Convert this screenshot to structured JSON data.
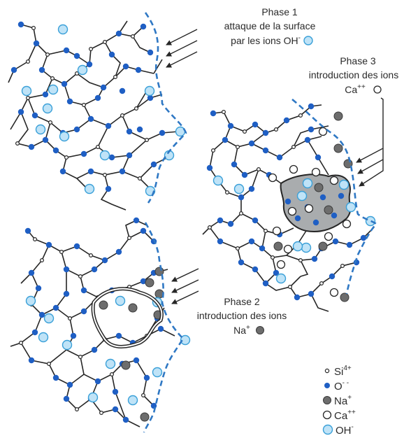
{
  "phases": {
    "phase1": {
      "title": "Phase 1",
      "line1": "attaque de la surface",
      "line2_prefix": "par les ions OH",
      "line2_sup": "-"
    },
    "phase2": {
      "title": "Phase 2",
      "line1": "introduction des ions",
      "ion": "Na",
      "ion_sup": "+"
    },
    "phase3": {
      "title": "Phase 3",
      "line1": "introduction des ions",
      "ion": "Ca",
      "ion_sup": "++"
    }
  },
  "legend": [
    {
      "symbol": "Si",
      "sup": "4+",
      "icon": "si-small-open-circle"
    },
    {
      "symbol": "O",
      "sup": "- -",
      "icon": "oxygen-blue-dot"
    },
    {
      "symbol": "Na",
      "sup": "+",
      "icon": "sodium-gray-dot"
    },
    {
      "symbol": "Ca",
      "sup": "++",
      "icon": "calcium-open-circle"
    },
    {
      "symbol": "OH",
      "sup": "-",
      "icon": "hydroxide-light-blue-dot"
    }
  ],
  "colors": {
    "oxygen": "#1f5fc4",
    "hydroxide_fill": "#bfe3f7",
    "hydroxide_stroke": "#3aa0d8",
    "sodium": "#6d6d6d",
    "attack_zone": "#a9acae",
    "boundary": "#2f78c4",
    "bond": "#262626"
  }
}
